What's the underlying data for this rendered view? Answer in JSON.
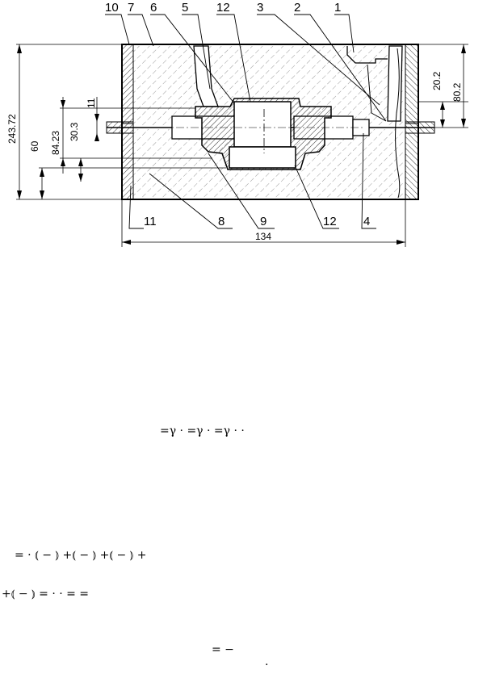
{
  "callouts_top": [
    "10",
    "7",
    "6",
    "5",
    "12",
    "3",
    "2",
    "1"
  ],
  "callouts_bottom": [
    "11",
    "8",
    "9",
    "12",
    "4"
  ],
  "dimensions": {
    "overall_height": "243.72",
    "d_60": "60",
    "d_84_23": "84.23",
    "d_30_3": "30.3",
    "d_11": "11",
    "d_20_2": "20.2",
    "d_80_2": "80.2",
    "width": "134"
  },
  "formula_fragments": {
    "line1": "=γ ·    =γ ·    =γ   ·    ·",
    "line2": "=   ·   ⦅    −    ⦆  +⦅    −    ⦆  +⦅    −    ⦆  +",
    "line3": "+⦅   −   ⦆  =   ·    ·         =        =",
    "line4": "=    −",
    "line5": "."
  }
}
